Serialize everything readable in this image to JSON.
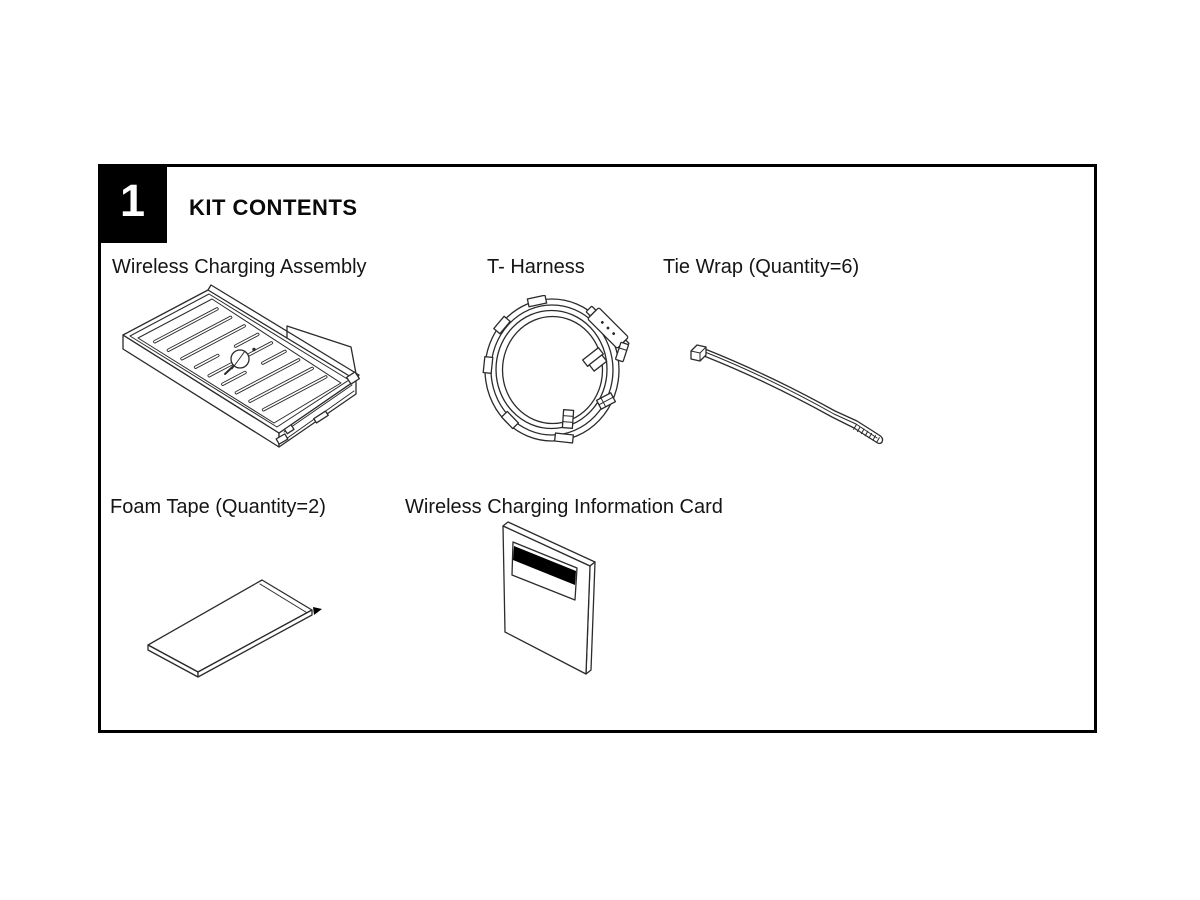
{
  "kit": {
    "step_number": "1",
    "title": "KIT CONTENTS",
    "items": [
      {
        "label": "Wireless Charging Assembly",
        "icon": "wireless-charging-assembly-illustration"
      },
      {
        "label": "T- Harness",
        "icon": "t-harness-illustration"
      },
      {
        "label": "Tie Wrap (Quantity=6)",
        "icon": "tie-wrap-illustration"
      },
      {
        "label": "Foam Tape (Quantity=2)",
        "icon": "foam-tape-illustration"
      },
      {
        "label": "Wireless Charging Information Card",
        "icon": "information-card-illustration"
      }
    ]
  },
  "colors": {
    "line": "#2b2b2b",
    "border": "#000000",
    "step_bg": "#000000",
    "step_fg": "#ffffff",
    "page_bg": "#ffffff"
  }
}
